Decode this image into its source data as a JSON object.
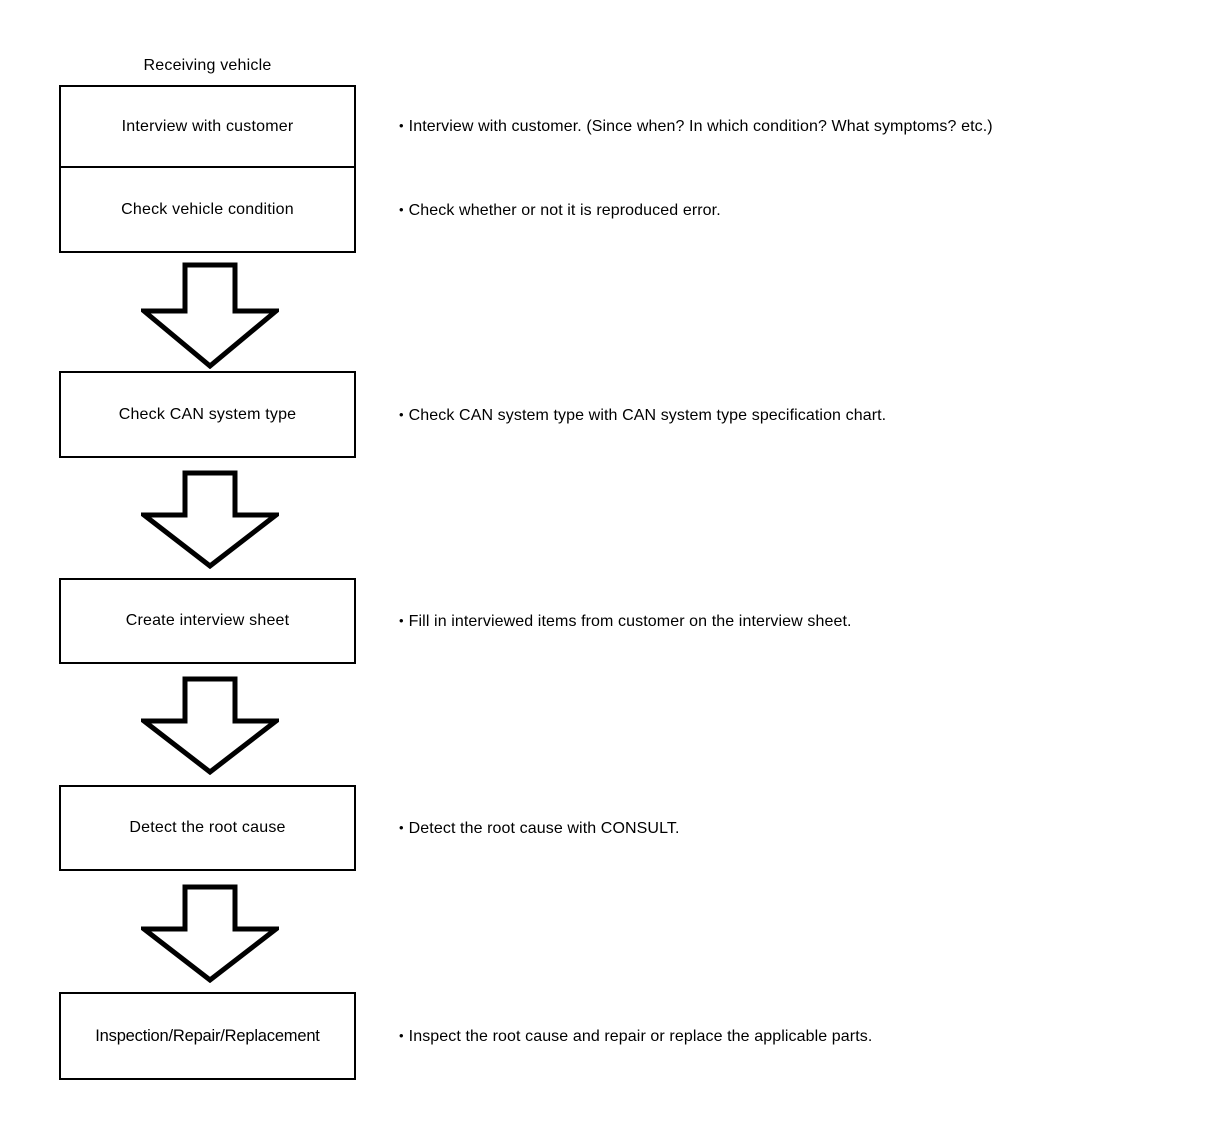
{
  "diagram": {
    "title": "Receiving vehicle",
    "column_header": "Receiving vehicle",
    "arrow_icon_name": "down-arrow-outline-icon",
    "bullet_glyph": "•",
    "colors": {
      "stroke": "#000000",
      "fill": "#ffffff",
      "text": "#000000"
    },
    "steps": [
      {
        "id": "interview-with-customer",
        "label": "Interview with customer",
        "description": "Interview with customer. (Since when? In which condition? What symptoms? etc.)"
      },
      {
        "id": "check-vehicle-condition",
        "label": "Check vehicle condition",
        "description": "Check whether or not it is reproduced error."
      },
      {
        "id": "check-can-system-type",
        "label": "Check CAN system type",
        "description": "Check CAN system type with CAN system type specification chart."
      },
      {
        "id": "create-interview-sheet",
        "label": "Create interview sheet",
        "description": "Fill in interviewed items from customer on the interview sheet."
      },
      {
        "id": "detect-the-root-cause",
        "label": "Detect the root cause",
        "description": "Detect the root cause with CONSULT."
      },
      {
        "id": "inspection-repair-replacement",
        "label": "Inspection/Repair/Replacement",
        "description": "Inspect the root cause and repair or replace the applicable parts."
      }
    ]
  }
}
